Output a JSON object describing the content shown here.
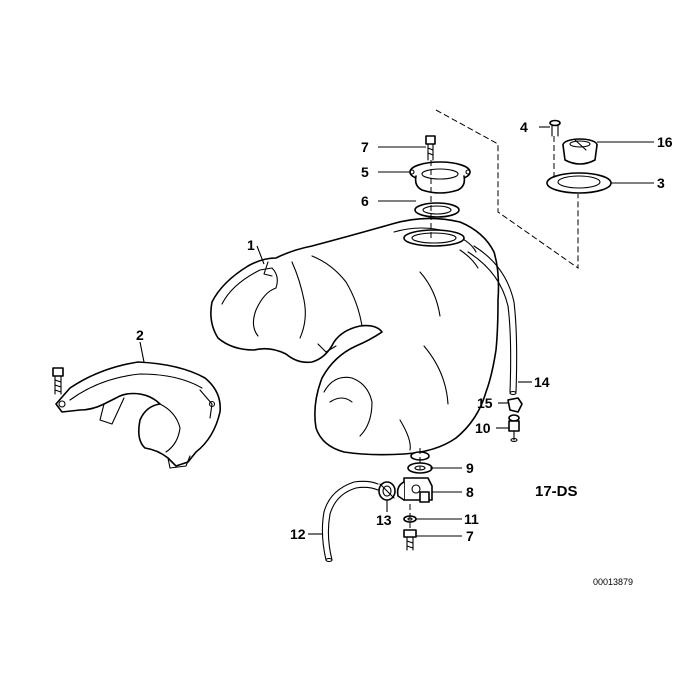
{
  "labels": {
    "tank": "1",
    "cover": "2",
    "ring_right": "3",
    "screw_right": "4",
    "flange": "5",
    "gasket": "6",
    "screw_top": "7",
    "tap": "8",
    "o_ring": "9",
    "bolt_10": "10",
    "washer": "11",
    "hose": "12",
    "clamp": "13",
    "vent_hose": "14",
    "clip": "15",
    "cap": "16",
    "screw_bottom": "7"
  },
  "diagram_code": "17-DS",
  "reference_number": "00013879"
}
